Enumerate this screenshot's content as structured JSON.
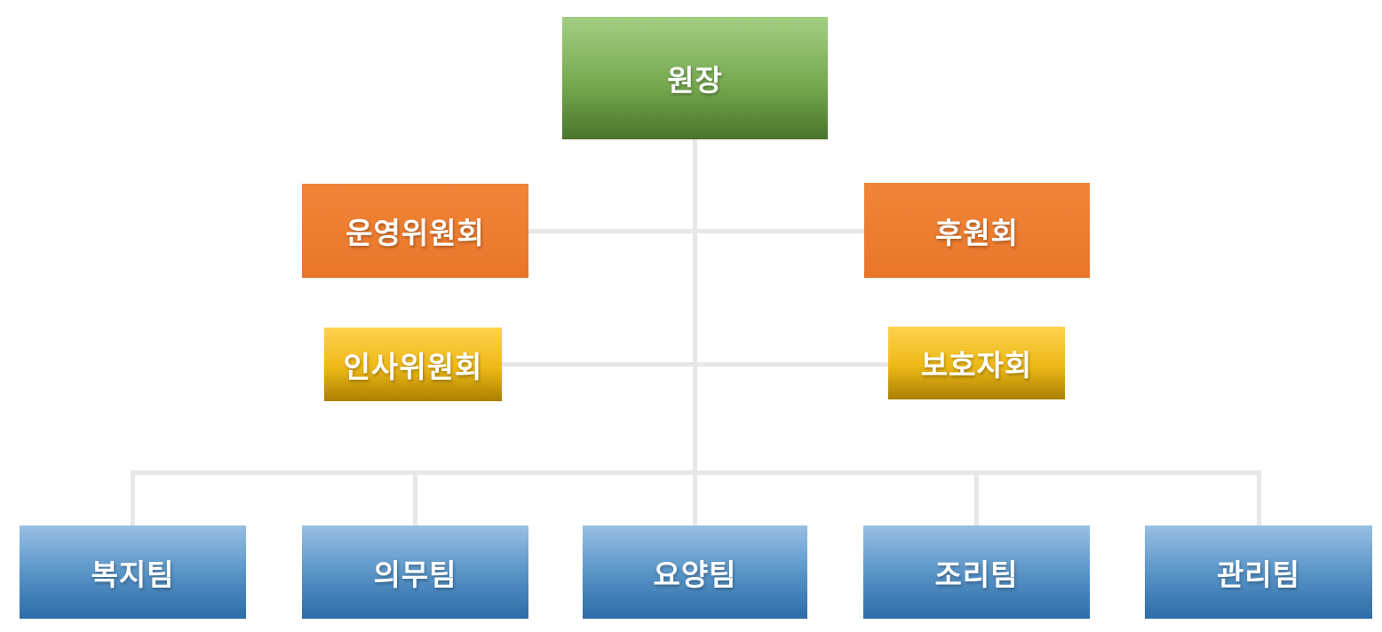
{
  "diagram": {
    "type": "org-chart",
    "background_color": "#FFFFFF",
    "connector_color": "#E7E7E7",
    "nodes": {
      "director": {
        "label": "원장",
        "fill_top": "#A3CE84",
        "fill_bottom": "#4A752C"
      },
      "steering_committee": {
        "label": "운영위원회",
        "fill": "#ED7D31"
      },
      "supporters_association": {
        "label": "후원회",
        "fill": "#ED7D31"
      },
      "personnel_committee": {
        "label": "인사위원회",
        "fill_top": "#FFD24F",
        "fill_bottom": "#AB7F02"
      },
      "guardians_association": {
        "label": "보호자회",
        "fill_top": "#FFD24F",
        "fill_bottom": "#AB7F02"
      },
      "teams": [
        {
          "label": "복지팀"
        },
        {
          "label": "의무팀"
        },
        {
          "label": "요양팀"
        },
        {
          "label": "조리팀"
        },
        {
          "label": "관리팀"
        }
      ],
      "team_fill_top": "#97C0E4",
      "team_fill_bottom": "#2D6CA8"
    }
  }
}
